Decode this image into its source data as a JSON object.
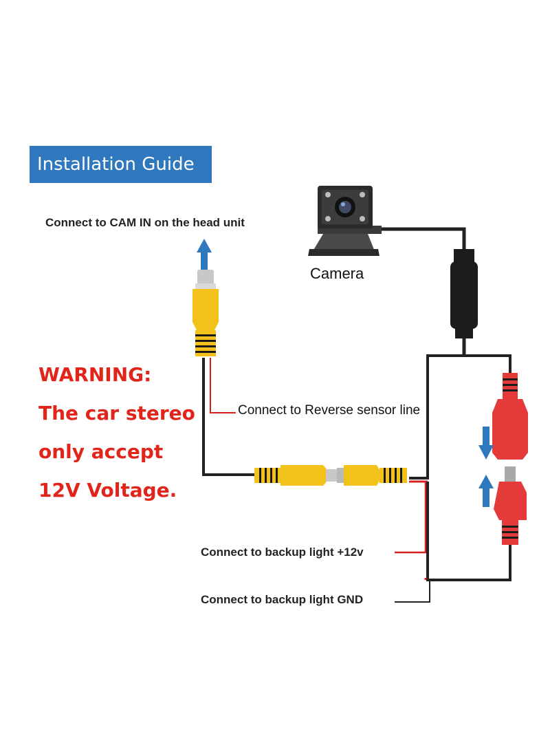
{
  "title": "Installation Guide",
  "labels": {
    "cam_in": "Connect to CAM IN on the head unit",
    "camera": "Camera",
    "reverse_sensor": "Connect to Reverse sensor line",
    "backup_plus": "Connect to backup light +12v",
    "backup_gnd": "Connect to backup light GND"
  },
  "warning": {
    "heading": "WARNING:",
    "lines": [
      "The car stereo",
      "only accept",
      "12V Voltage."
    ]
  },
  "colors": {
    "banner": "#2f78be",
    "warning_text": "#e1251b",
    "arrow": "#2f78be",
    "rca_yellow": "#f2c21a",
    "dc_red": "#e43a3a",
    "wire_black": "#222222",
    "wire_red": "#d62020"
  }
}
